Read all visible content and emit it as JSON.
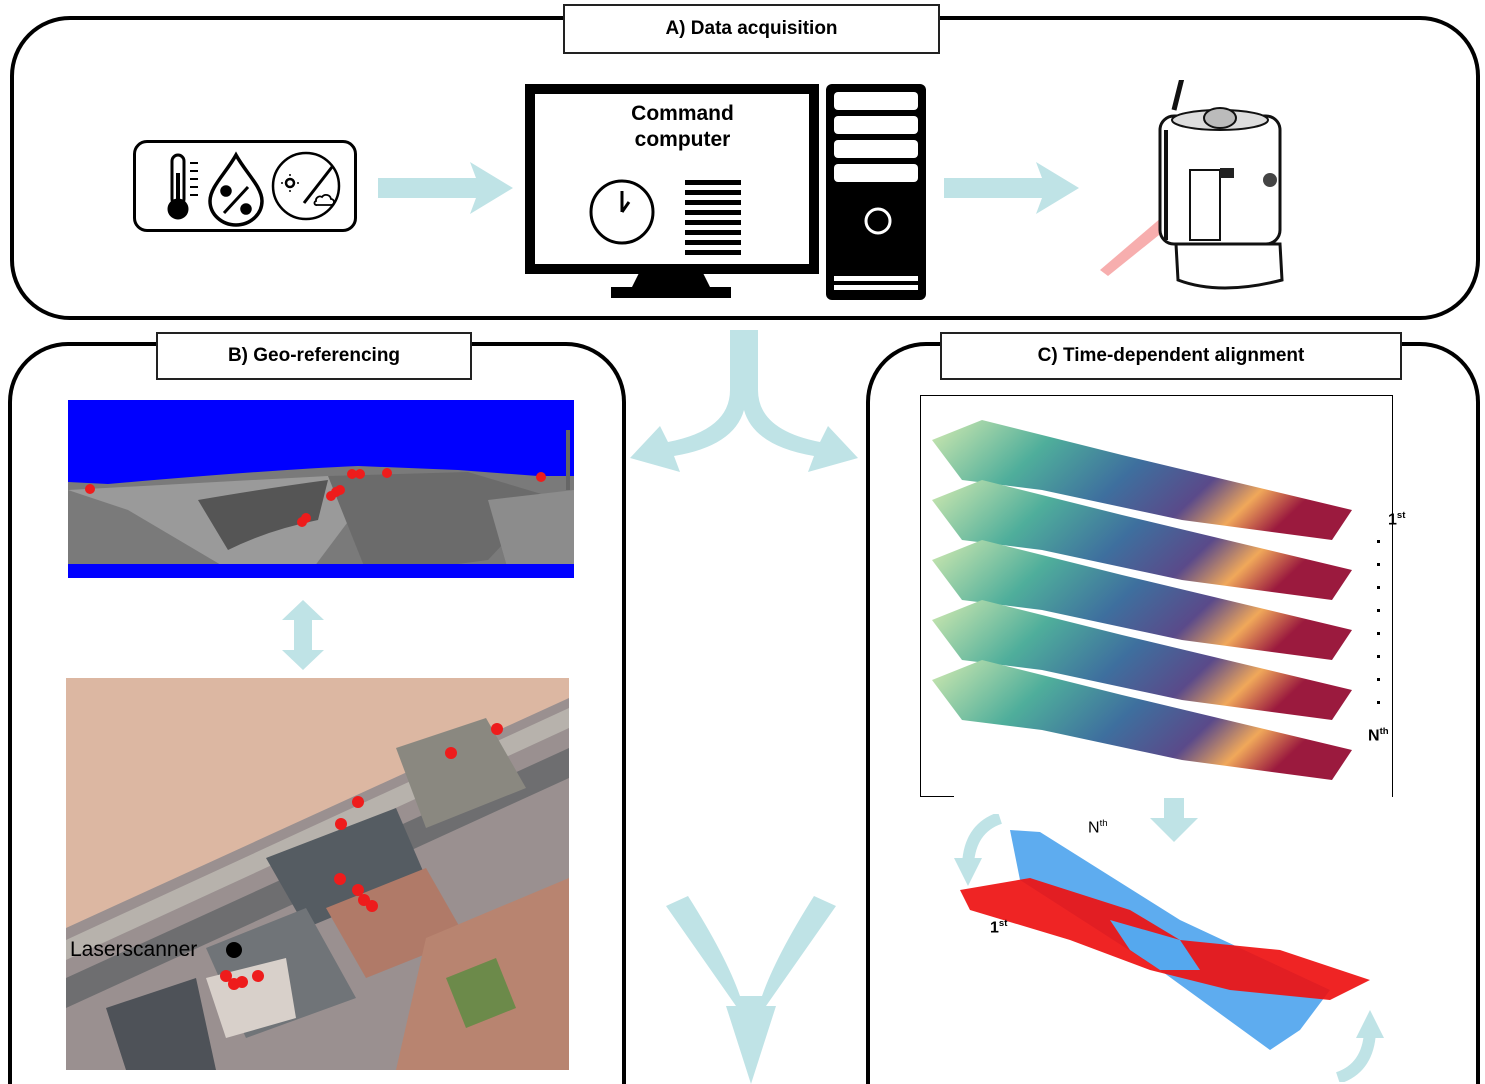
{
  "panels": {
    "a": {
      "title": "A) Data acquisition"
    },
    "b": {
      "title": "B) Geo-referencing"
    },
    "c": {
      "title": "C) Time-dependent alignment"
    }
  },
  "computer": {
    "label_line1": "Command",
    "label_line2": "computer"
  },
  "map": {
    "scanner_label": "Laserscanner"
  },
  "epochs": {
    "first_base": "1",
    "first_sup": "st",
    "last_base": "N",
    "last_sup": "th"
  },
  "colors": {
    "arrow": "#bfe3e6",
    "sky_mask": "#0000ff",
    "target_marker": "#ee1c1c",
    "first_epoch": "#ee1111",
    "last_epoch": "#55a8ee"
  },
  "icons": [
    "thermometer-icon",
    "humidity-icon",
    "sun-cloud-gauge-icon",
    "clock-icon",
    "server-tower-icon",
    "laser-scanner-icon"
  ]
}
